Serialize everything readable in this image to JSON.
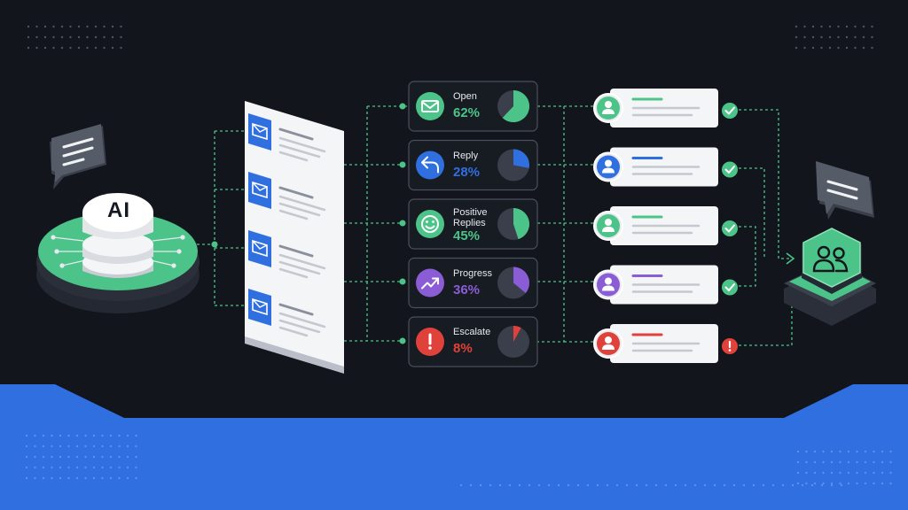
{
  "ai_badge": {
    "label": "AI"
  },
  "metrics": [
    {
      "label": "Open",
      "value": "62%",
      "fraction": 0.62,
      "color": "#4cc489",
      "icon": "envelope-icon"
    },
    {
      "label": "Reply",
      "value": "28%",
      "fraction": 0.28,
      "color": "#2f6fe0",
      "icon": "reply-arrow-icon"
    },
    {
      "label": "Positive Replies",
      "value": "45%",
      "fraction": 0.45,
      "color": "#4cc489",
      "icon": "smiley-icon"
    },
    {
      "label": "Progress",
      "value": "36%",
      "fraction": 0.36,
      "color": "#8a5cd6",
      "icon": "trend-up-icon"
    },
    {
      "label": "Escalate",
      "value": "8%",
      "fraction": 0.08,
      "color": "#e0413b",
      "icon": "exclamation-icon"
    }
  ],
  "contacts": [
    {
      "color": "#4cc489",
      "status": "check-icon"
    },
    {
      "color": "#2f6fe0",
      "status": "check-icon"
    },
    {
      "color": "#4cc489",
      "status": "check-icon"
    },
    {
      "color": "#8a5cd6",
      "status": "check-icon"
    },
    {
      "color": "#e0413b",
      "status": "alert-icon"
    }
  ],
  "colors": {
    "background": "#12151b",
    "accent_green": "#4cc489",
    "accent_blue": "#2f6fe0",
    "floor_blue": "#2f6fe0",
    "panel": "#1a1e26"
  }
}
